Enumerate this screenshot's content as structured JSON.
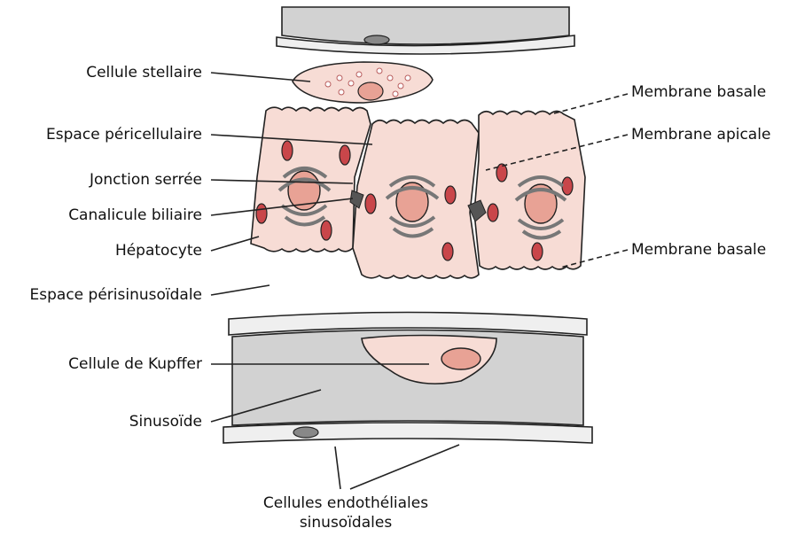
{
  "labels": {
    "stellate": "Cellule stellaire",
    "pericellular": "Espace péricellulaire",
    "tight_junction": "Jonction serrée",
    "bile_canaliculus": "Canalicule biliaire",
    "hepatocyte": "Hépatocyte",
    "perisinusoidal": "Espace périsinusoïdale",
    "kupffer": "Cellule de Kupffer",
    "sinusoid": "Sinusoïde",
    "basal_membrane_top": "Membrane basale",
    "apical_membrane": "Membrane apicale",
    "basal_membrane_bottom": "Membrane basale",
    "endothelial_line1": "Cellules endothéliales",
    "endothelial_line2": "sinusoïdales"
  },
  "colors": {
    "cell_pink": "#f7dcd5",
    "nucleus": "#e8a295",
    "organelle_red": "#c9464a",
    "sinusoid_gray": "#d2d2d2",
    "endothelial_light": "#efefef",
    "canaliculus_dark": "#555555"
  }
}
